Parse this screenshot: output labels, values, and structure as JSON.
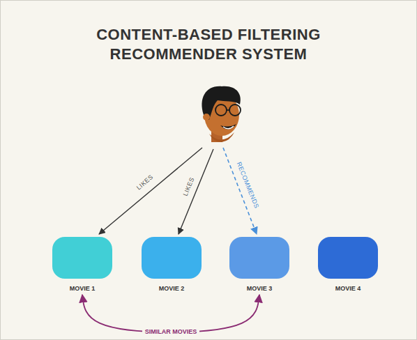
{
  "diagram": {
    "title": "CONTENT-BASED FILTERING RECOMMENDER SYSTEM",
    "nodes": [
      {
        "text": [
          "MOVIE 1"
        ]
      },
      {
        "text": [
          "MOVIE 2"
        ]
      },
      {
        "text": [
          "MOVIE 3"
        ]
      },
      {
        "text": [
          "MOVIE 4"
        ]
      }
    ],
    "edges": [
      {
        "from": 0,
        "to": 2,
        "label": "SIMILAR MOVIES",
        "arrow": "both"
      }
    ],
    "labels": [
      "LIKES",
      "LIKES",
      "RECOMMENDS"
    ]
  }
}
